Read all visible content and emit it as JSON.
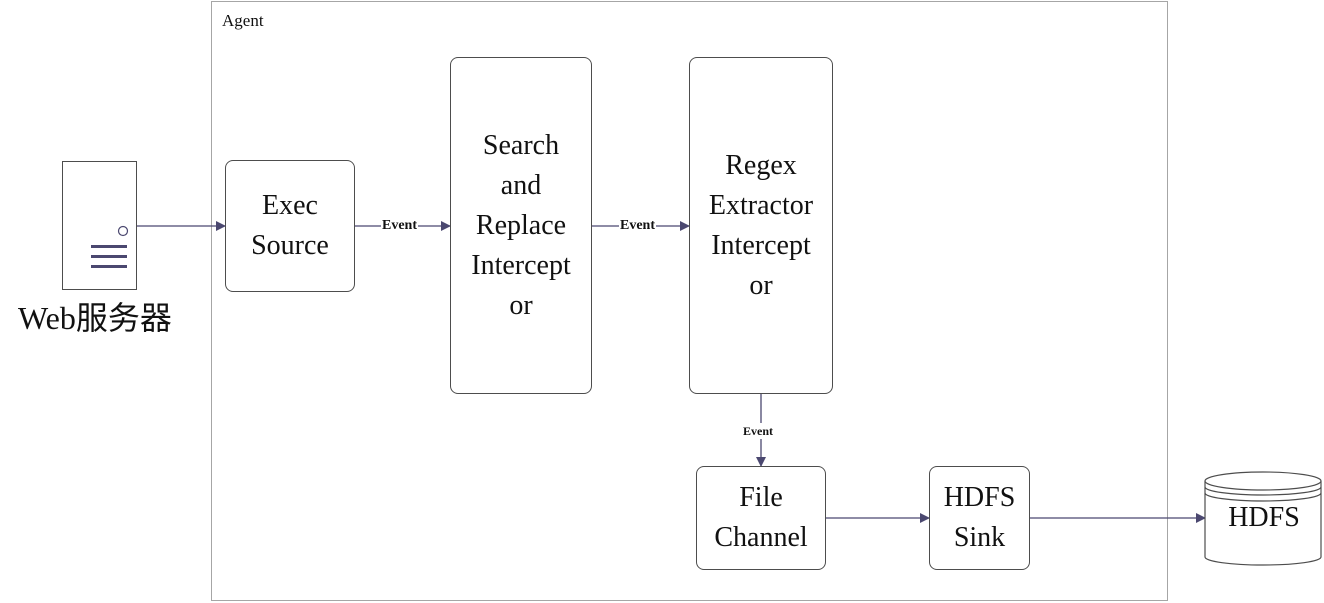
{
  "agent": {
    "label": "Agent"
  },
  "web_server": {
    "label": "Web服务器",
    "icon": "server-icon"
  },
  "nodes": {
    "exec_source": [
      "Exec",
      "Source"
    ],
    "search_replace": [
      "Search",
      "and",
      "Replace",
      "Intercept",
      "or"
    ],
    "regex_extractor": [
      "Regex",
      "Extractor",
      "Intercept",
      "or"
    ],
    "file_channel": [
      "File",
      "Channel"
    ],
    "hdfs_sink": [
      "HDFS",
      "Sink"
    ]
  },
  "hdfs_store": {
    "label": "HDFS",
    "icon": "database-icon"
  },
  "edges": {
    "exec_to_search": "Event",
    "search_to_regex": "Event",
    "regex_to_channel": "Event"
  },
  "colors": {
    "arrow": "#4b4870",
    "border": "#4d4d4d",
    "frame": "#a6a6a6"
  }
}
